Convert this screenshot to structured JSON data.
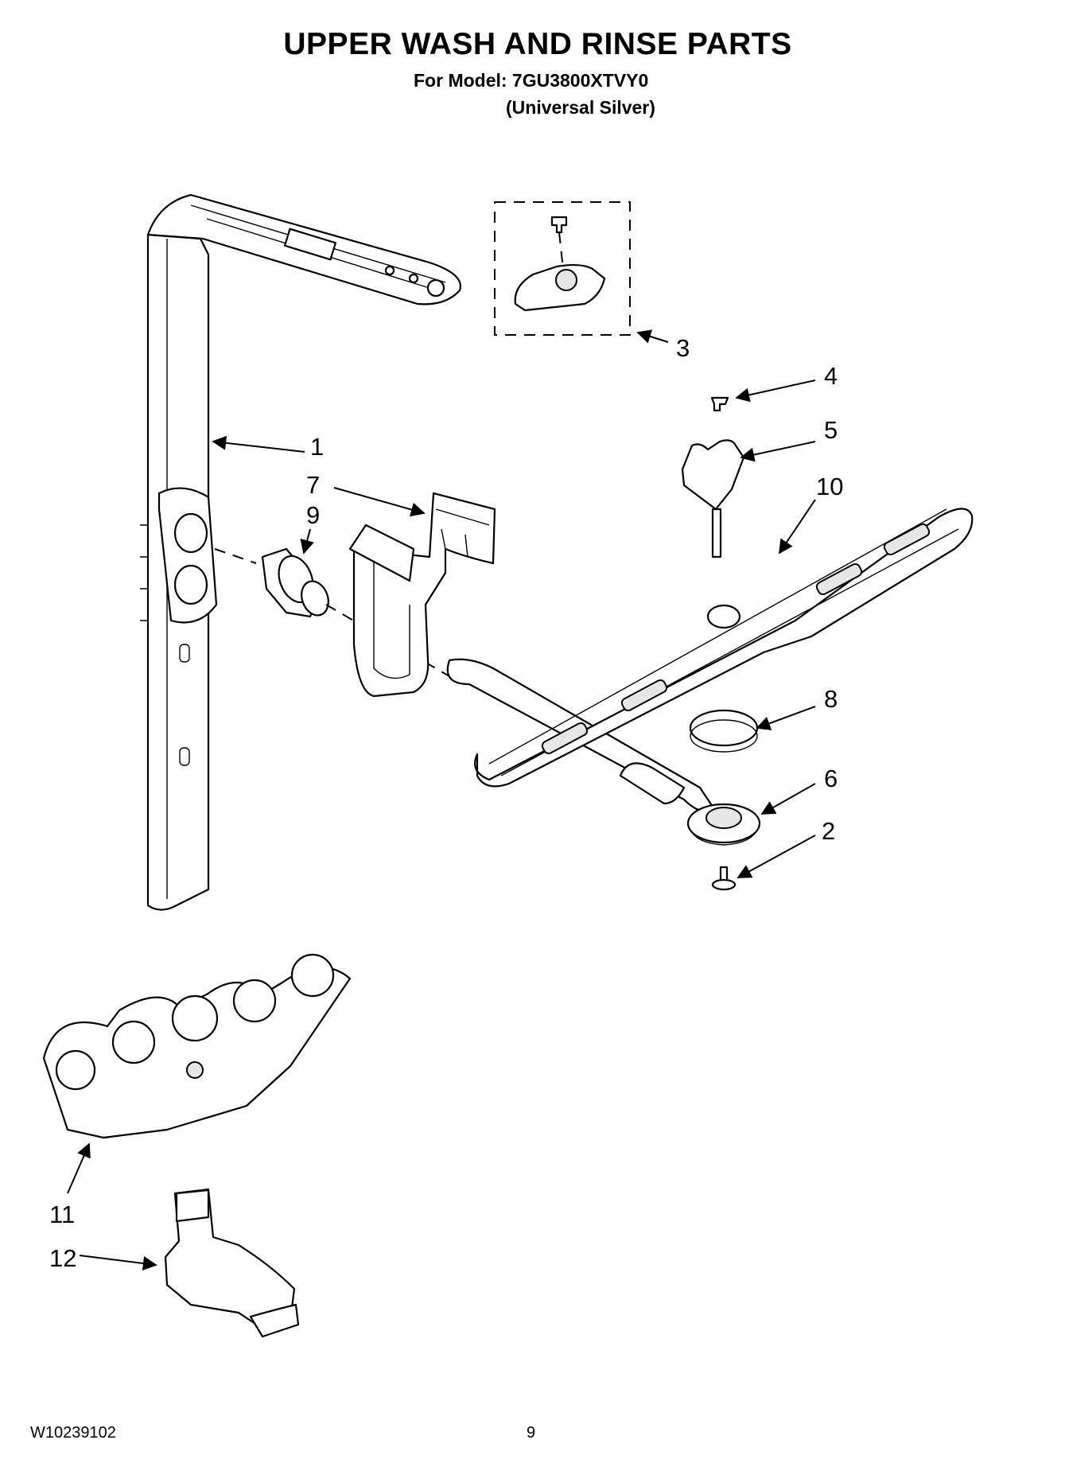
{
  "header": {
    "title": "UPPER WASH AND RINSE PARTS",
    "model_line": "For Model: 7GU3800XTVY0",
    "color_line": "(Universal Silver)"
  },
  "callouts": [
    "1",
    "2",
    "3",
    "4",
    "5",
    "6",
    "7",
    "8",
    "9",
    "10",
    "11",
    "12"
  ],
  "footer": {
    "doc_number": "W10239102",
    "page_number": "9"
  }
}
